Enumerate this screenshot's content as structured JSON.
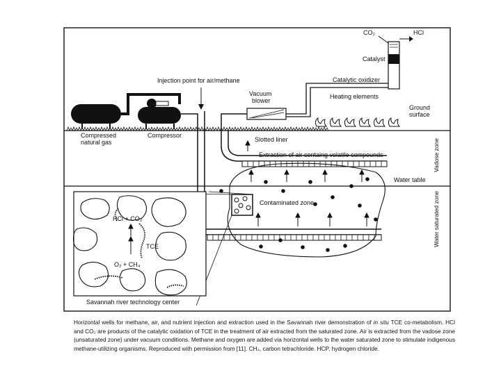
{
  "diagram": {
    "labels": {
      "co2_top": "CO₂",
      "hcl_top": "HCl",
      "catalyst": "Catalyst",
      "catalytic_oxidizer": "Catalytic oxidizer",
      "injection_point": "Injection point for air/methane",
      "vacuum_blower": "Vacuum blower",
      "heating_elements": "Heating elements",
      "ground_surface": "Ground surface",
      "compressed_natural_gas": "Compressed natural gas",
      "compressor": "Compressor",
      "slotted_liner": "Slotted liner",
      "extraction": "Extraction of air containg volatile compounds",
      "water_table": "Water table",
      "contaminated_zone": "Contaminated zone",
      "vadose_zone": "Vadose zone",
      "water_saturated_zone": "Water saturated zone",
      "hcl_co2": "HCl + CO₂",
      "tce": "TCE",
      "o2_ch4": "O₂ + CH₄",
      "savannah_center": "Savannah river technology center"
    }
  },
  "caption": {
    "part1": "Horizontal wells for methane, air, and nutrient injection and extraction used in the Savannah river demonstration of ",
    "italic": "in situ",
    "part2": " TCE co-metabolism. HCl and CO₂ are products of the catalytic oxidation of TCE in the treatment of air extracted from the saturated zone. Air is extracted from the vadose zone (unsaturated zone) under vacuum conditions. Methane and oxygen are added via horizontal wells to the water saturated zone to stimulate indigenous methane-utilizing organisms. Reproduced with permission from [11]. CH₄, carbon tetrachloride. HCP, hydrogen chloride."
  }
}
